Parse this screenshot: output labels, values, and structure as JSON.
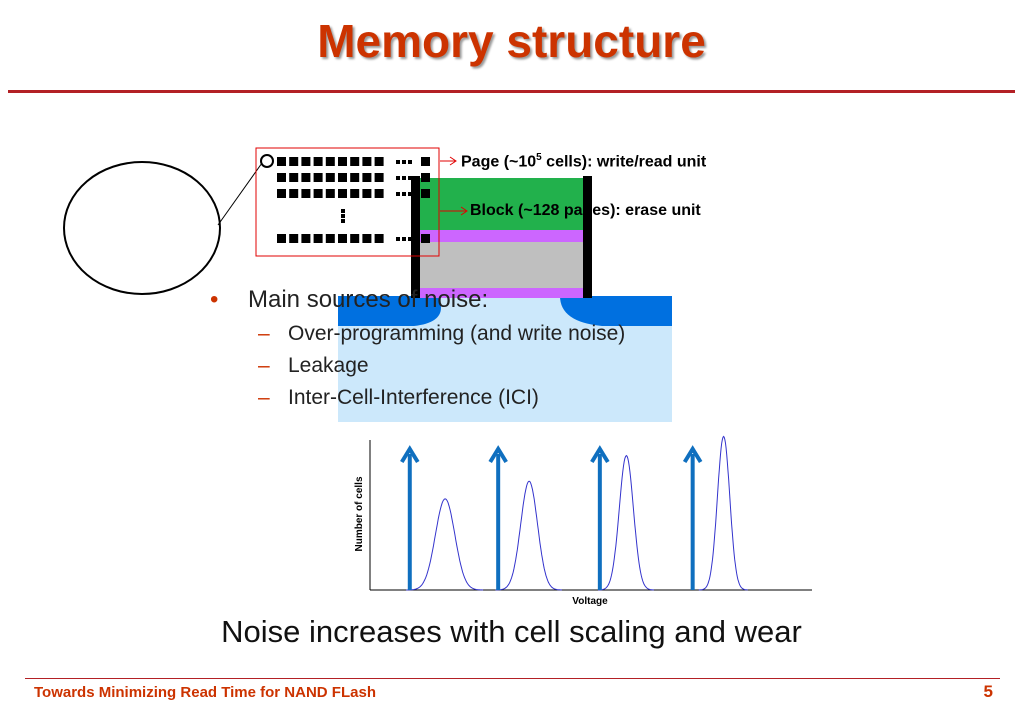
{
  "title": "Memory structure",
  "labels": {
    "page_prefix": "Page (~10",
    "page_exp": "5",
    "page_suffix": " cells): write/read unit",
    "block": "Block (~128 pages): erase unit"
  },
  "bullets": {
    "main": "Main sources of noise:",
    "items": [
      "Over-programming (and write noise)",
      "Leakage",
      "Inter-Cell-Interference (ICI)"
    ]
  },
  "chart_data": {
    "type": "line",
    "title": "",
    "xlabel": "Voltage",
    "ylabel": "Number of cells",
    "grid": false,
    "legend": "none",
    "series_color": "#3333cc",
    "arrow_color": "#0f6fbf",
    "peaks": [
      {
        "center": 0.17,
        "height": 0.57,
        "width": 0.022
      },
      {
        "center": 0.36,
        "height": 0.68,
        "width": 0.019
      },
      {
        "center": 0.58,
        "height": 0.84,
        "width": 0.016
      },
      {
        "center": 0.8,
        "height": 0.96,
        "width": 0.014
      }
    ],
    "read_thresholds": [
      0.09,
      0.29,
      0.52,
      0.73
    ]
  },
  "conclusion": "Noise increases with cell scaling and wear",
  "footer": {
    "left": "Towards Minimizing Read Time for NAND FLash",
    "page_number": "5"
  },
  "colors": {
    "title": "#cc3300",
    "rule": "#b32025",
    "green": "#22b14c",
    "purple": "#cc66ff",
    "gray": "#bfbfbf",
    "blue": "#0070e0",
    "lightblue": "#cce8fb"
  }
}
